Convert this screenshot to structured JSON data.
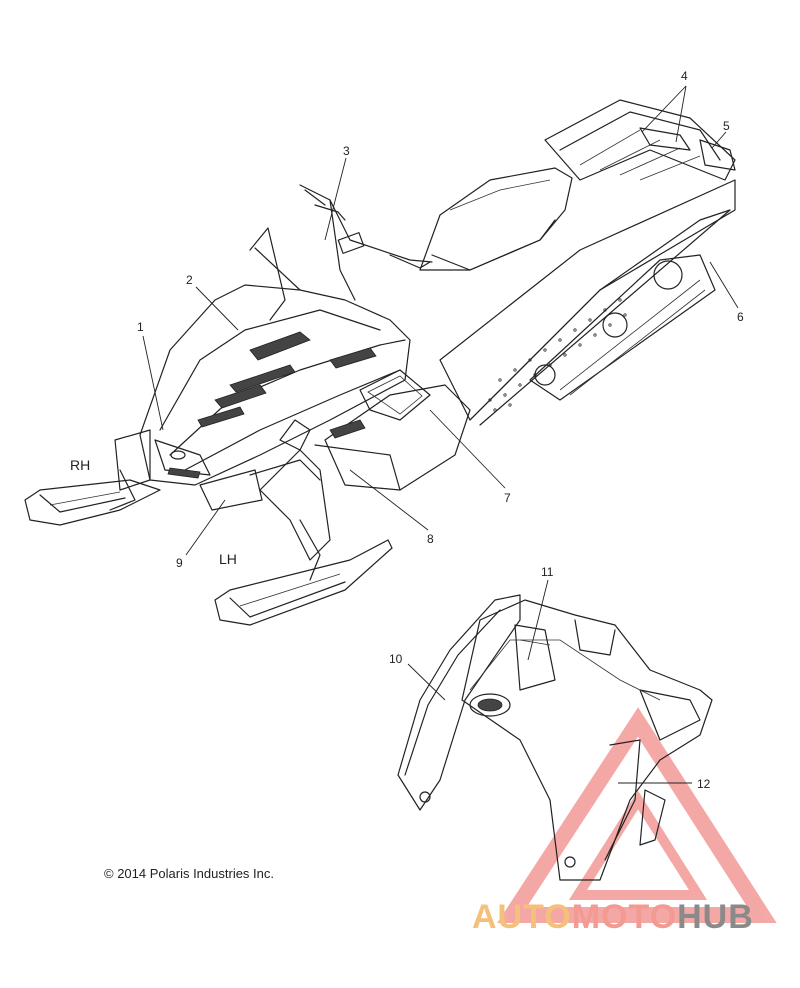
{
  "callouts": [
    {
      "num": "1"
    },
    {
      "num": "2"
    },
    {
      "num": "3"
    },
    {
      "num": "4"
    },
    {
      "num": "5"
    },
    {
      "num": "6"
    },
    {
      "num": "7"
    },
    {
      "num": "8"
    },
    {
      "num": "9"
    },
    {
      "num": "10"
    },
    {
      "num": "11"
    },
    {
      "num": "12"
    }
  ],
  "side_labels": {
    "rh": "RH",
    "lh": "LH"
  },
  "copyright": "© 2014 Polaris Industries Inc.",
  "watermark": {
    "part_a": "AUTO",
    "part_b": "MOTO",
    "part_c": "HUB",
    "colors": {
      "auto": "#f5c07a",
      "moto": "#f39a93",
      "hub": "#8a8a8a",
      "triangle": "#f08c88"
    }
  }
}
